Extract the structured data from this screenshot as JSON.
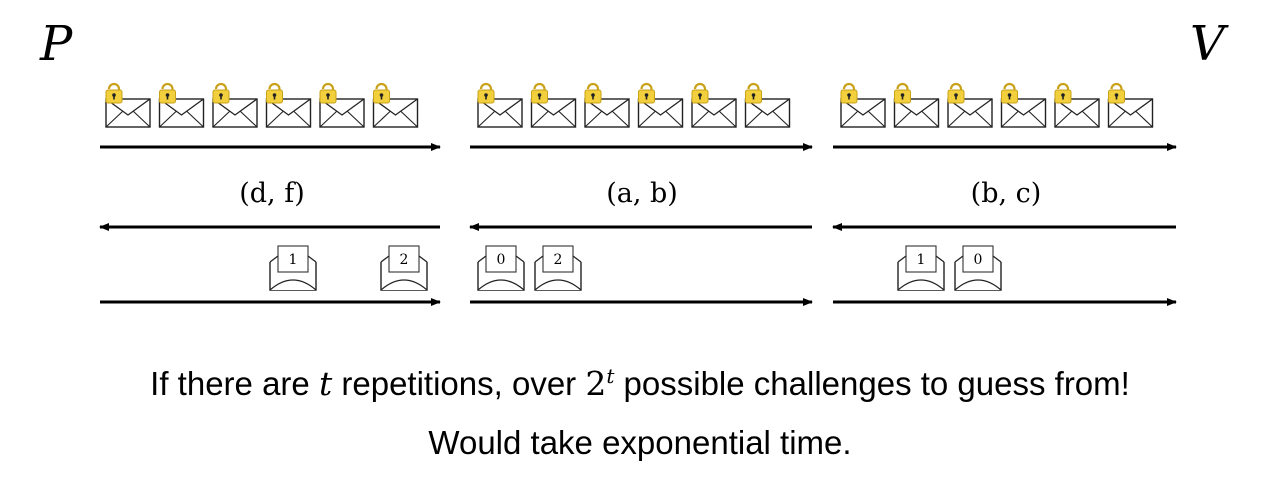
{
  "parties": {
    "prover": "P",
    "verifier": "V"
  },
  "rounds": [
    {
      "challenge": "(d, f)",
      "opened": [
        "1",
        "2"
      ]
    },
    {
      "challenge": "(a, b)",
      "opened": [
        "0",
        "2"
      ]
    },
    {
      "challenge": "(b, c)",
      "opened": [
        "1",
        "0"
      ]
    }
  ],
  "caption": {
    "line1_prefix": "If there are ",
    "line1_var": "t",
    "line1_mid": " repetitions, over ",
    "line1_base": "2",
    "line1_exp": "t",
    "line1_suffix": " possible challenges to guess from!",
    "line2": "Would take exponential time."
  },
  "colors": {
    "lock": "#f2cf3c",
    "lock_dark": "#c9a21a",
    "ink": "#000000"
  }
}
